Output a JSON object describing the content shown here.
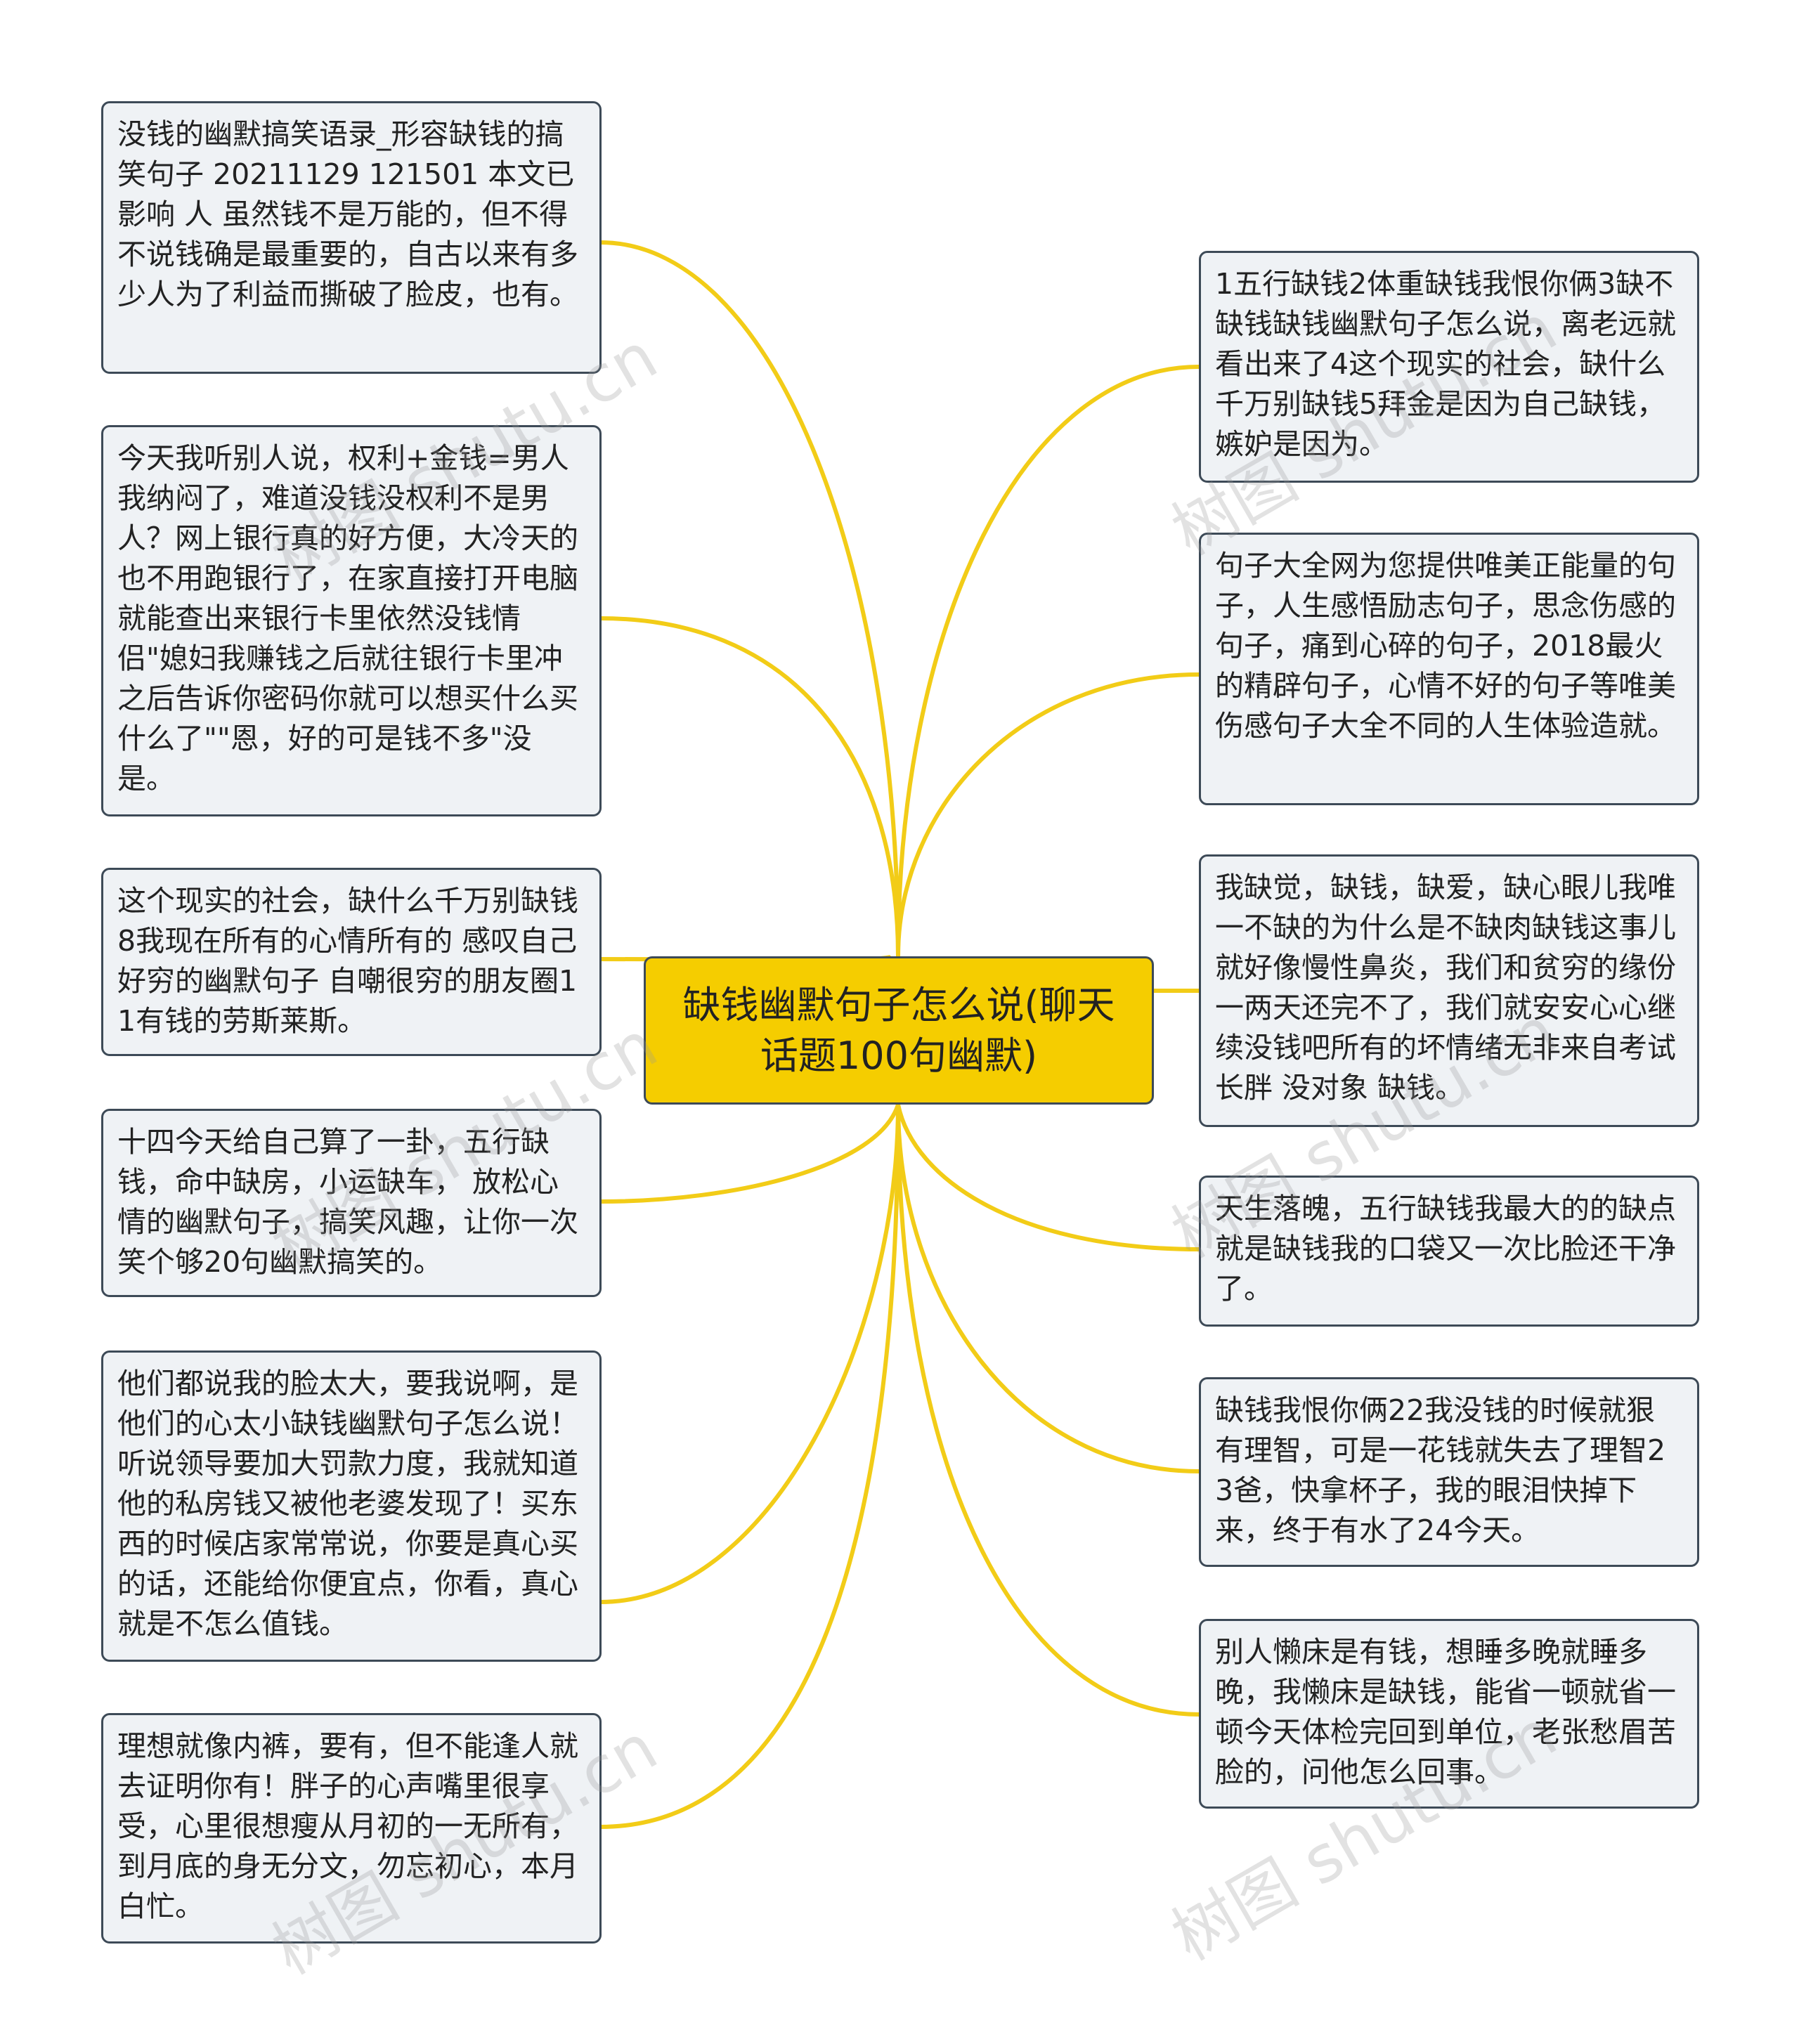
{
  "colors": {
    "connector": "#f2cc17",
    "center_fill": "#f5cd00",
    "node_fill": "#eff2f5",
    "node_border": "#3d4a57"
  },
  "center": {
    "title": "缺钱幽默句子怎么说(聊天话题100句幽默)"
  },
  "left_nodes": [
    "没钱的幽默搞笑语录_形容缺钱的搞笑句子 20211129 121501 本文已影响 人 虽然钱不是万能的，但不得不说钱确是最重要的，自古以来有多少人为了利益而撕破了脸皮，也有。",
    "今天我听别人说，权利+金钱=男人 我纳闷了，难道没钱没权利不是男人？网上银行真的好方便，大冷天的也不用跑银行了，在家直接打开电脑就能查出来银行卡里依然没钱情侣\"媳妇我赚钱之后就往银行卡里冲之后告诉你密码你就可以想买什么买什么了\"\"恩，好的可是钱不多\"没是。",
    "这个现实的社会，缺什么千万别缺钱8我现在所有的心情所有的 感叹自己好穷的幽默句子 自嘲很穷的朋友圈11有钱的劳斯莱斯。",
    "十四今天给自己算了一卦，五行缺钱，命中缺房，小运缺车， 放松心情的幽默句子，搞笑风趣，让你一次笑个够20句幽默搞笑的。",
    "他们都说我的脸太大，要我说啊，是他们的心太小缺钱幽默句子怎么说！听说领导要加大罚款力度，我就知道他的私房钱又被他老婆发现了！买东西的时候店家常常说，你要是真心买的话，还能给你便宜点，你看，真心就是不怎么值钱。",
    "理想就像内裤，要有，但不能逢人就去证明你有！胖子的心声嘴里很享受，心里很想瘦从月初的一无所有，到月底的身无分文，勿忘初心，本月白忙。"
  ],
  "right_nodes": [
    "1五行缺钱2体重缺钱我恨你俩3缺不缺钱缺钱幽默句子怎么说，离老远就看出来了4这个现实的社会，缺什么千万别缺钱5拜金是因为自己缺钱，嫉妒是因为。",
    "句子大全网为您提供唯美正能量的句子，人生感悟励志句子，思念伤感的句子，痛到心碎的句子，2018最火的精辟句子，心情不好的句子等唯美伤感句子大全不同的人生体验造就。",
    "我缺觉，缺钱，缺爱，缺心眼儿我唯一不缺的为什么是不缺肉缺钱这事儿就好像慢性鼻炎，我们和贫穷的缘份一两天还完不了，我们就安安心心继续没钱吧所有的坏情绪无非来自考试 长胖 没对象 缺钱。",
    "天生落魄，五行缺钱我最大的的缺点就是缺钱我的口袋又一次比脸还干净了。",
    "缺钱我恨你俩22我没钱的时候就狠有理智，可是一花钱就失去了理智23爸，快拿杯子，我的眼泪快掉下来，终于有水了24今天。",
    "别人懒床是有钱，想睡多晚就睡多晚，我懒床是缺钱，能省一顿就省一顿今天体检完回到单位，老张愁眉苦脸的，问他怎么回事。"
  ],
  "watermark": {
    "text": "树图 shutu.cn"
  }
}
